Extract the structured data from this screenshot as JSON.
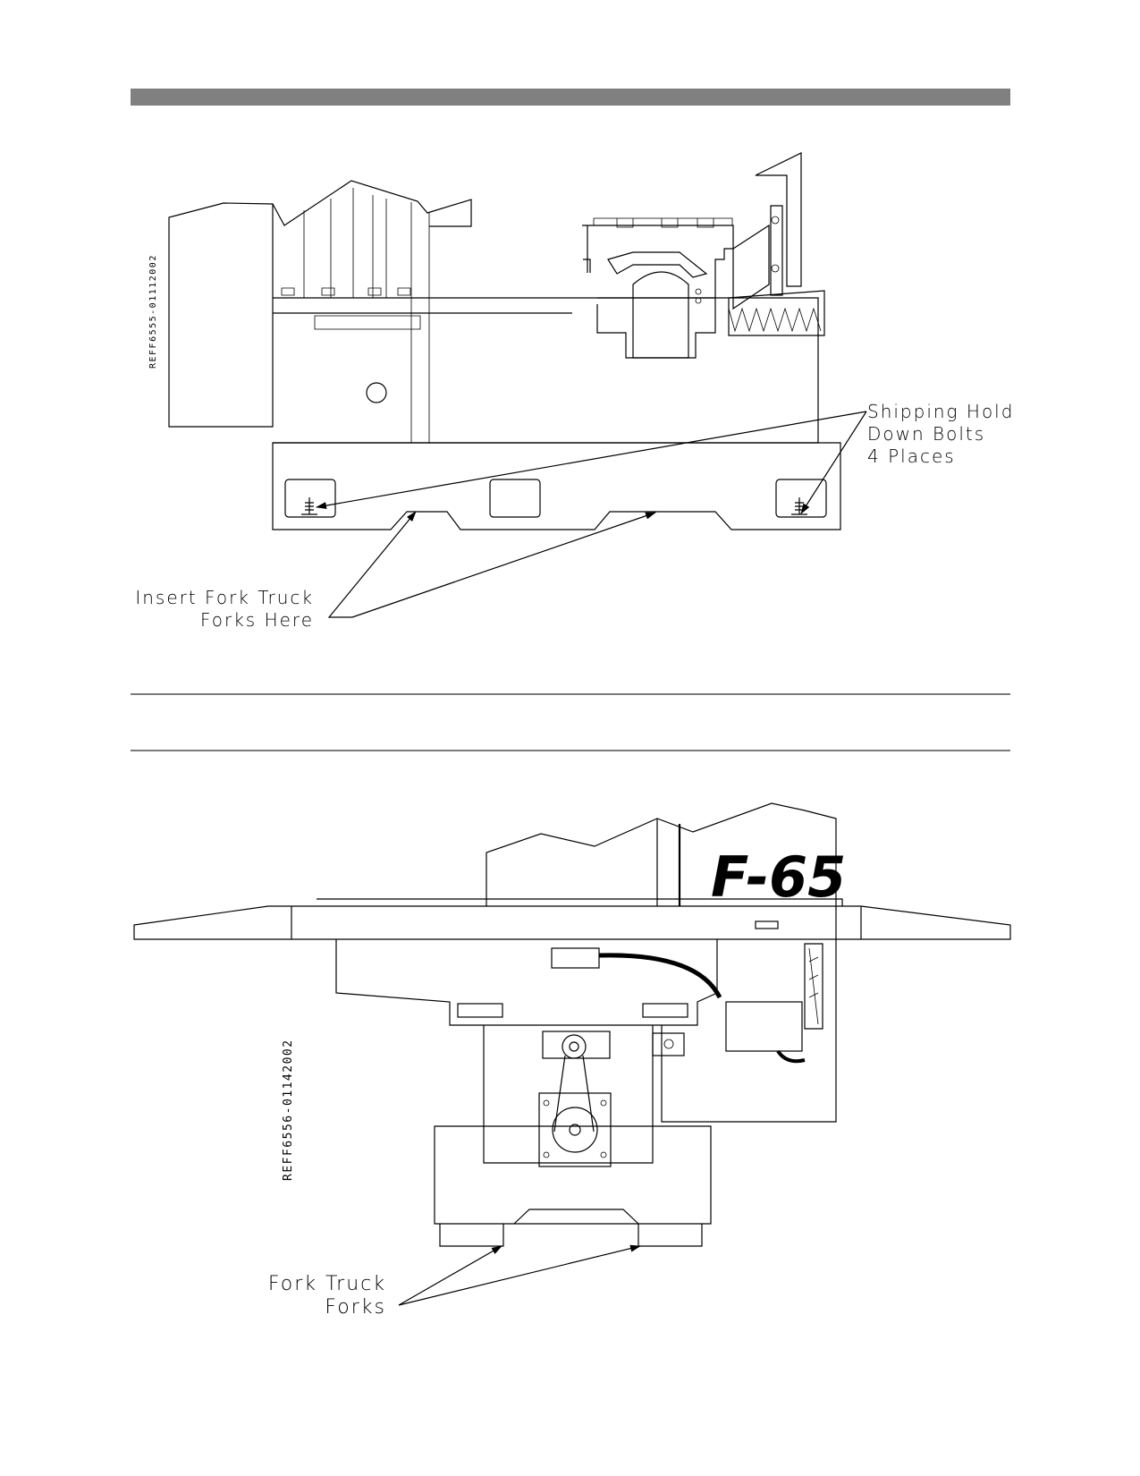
{
  "top_figure": {
    "reference_id": "REFF6555-01112002",
    "label_bolts": [
      "Shipping Hold",
      "Down Bolts",
      "4 Places"
    ],
    "label_forks": [
      "Insert Fork Truck",
      "Forks Here"
    ]
  },
  "bottom_figure": {
    "reference_id": "REFF6556-01142002",
    "brand": "F-65",
    "label_forks": [
      "Fork Truck",
      "Forks"
    ]
  },
  "colors": {
    "header_bar": "#808080",
    "rule": "#7a7a7a",
    "ink": "#000000"
  }
}
